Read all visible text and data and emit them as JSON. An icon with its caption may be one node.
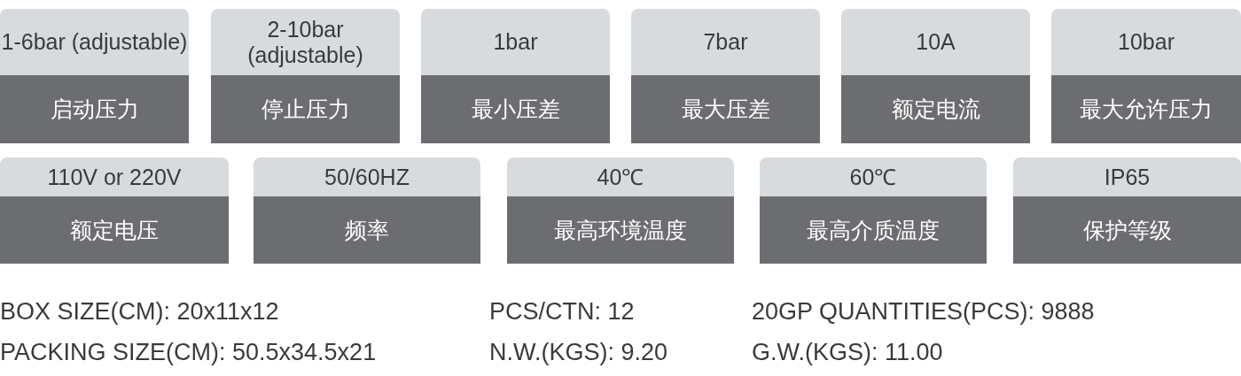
{
  "diagram": {
    "nodes": [
      {
        "text": [
          "1-6bar (adjustable)",
          "启动压力"
        ]
      },
      {
        "text": [
          "2-10bar (adjustable)",
          "停止压力"
        ]
      },
      {
        "text": [
          "1bar",
          "最小压差"
        ]
      },
      {
        "text": [
          "7bar",
          "最大压差"
        ]
      },
      {
        "text": [
          "10A",
          "额定电流"
        ]
      },
      {
        "text": [
          "10bar",
          "最大允许压力"
        ]
      },
      {
        "text": [
          "110V or 220V",
          "额定电压"
        ]
      },
      {
        "text": [
          "50/60HZ",
          "频率"
        ]
      },
      {
        "text": [
          "40℃",
          "最高环境温度"
        ]
      },
      {
        "text": [
          "60℃",
          "最高介质温度"
        ]
      },
      {
        "text": [
          "IP65",
          "保护等级"
        ]
      }
    ],
    "labels": [
      "BOX SIZE(CM): 20x11x12",
      "PCS/CTN: 12",
      "20GP QUANTITIES(PCS): 9888",
      "PACKING SIZE(CM): 50.5x34.5x21",
      "N.W.(KGS): 9.20",
      "G.W.(KGS): 11.00"
    ]
  }
}
